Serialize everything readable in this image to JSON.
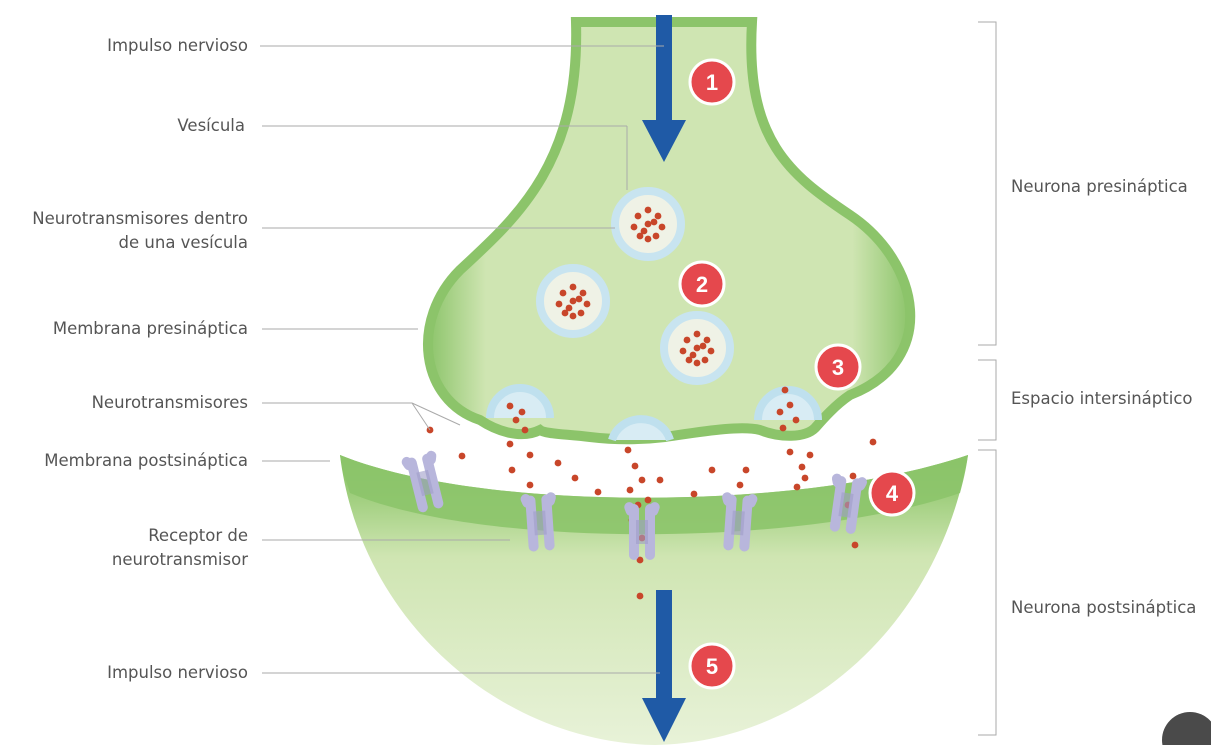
{
  "labels_left": [
    {
      "lines": [
        "Impulso nervioso"
      ]
    },
    {
      "lines": [
        "Vesícula"
      ]
    },
    {
      "lines": [
        "Neurotransmisores dentro",
        "de una vesícula"
      ]
    },
    {
      "lines": [
        "Membrana presináptica"
      ]
    },
    {
      "lines": [
        "Neurotransmisores"
      ]
    },
    {
      "lines": [
        "Membrana postsináptica"
      ]
    },
    {
      "lines": [
        "Receptor de",
        "neurotransmisor"
      ]
    },
    {
      "lines": [
        "Impulso nervioso"
      ]
    }
  ],
  "labels_right": [
    {
      "text": "Neurona presináptica"
    },
    {
      "text": "Espacio intersináptico"
    },
    {
      "text": "Neurona postsináptica"
    }
  ],
  "steps": [
    "1",
    "2",
    "3",
    "4",
    "5"
  ],
  "colors": {
    "neuron_fill": "#d4e8b8",
    "membrane": "#8cc46a",
    "vesicle_ring": "#c8e4f0",
    "neurotransmitter": "#c8462a",
    "receptor": "#b8b6dc",
    "arrow": "#1f5aa6",
    "step_badge": "#e5484d",
    "label_text": "#555555",
    "leader_line": "#aaaaaa"
  }
}
